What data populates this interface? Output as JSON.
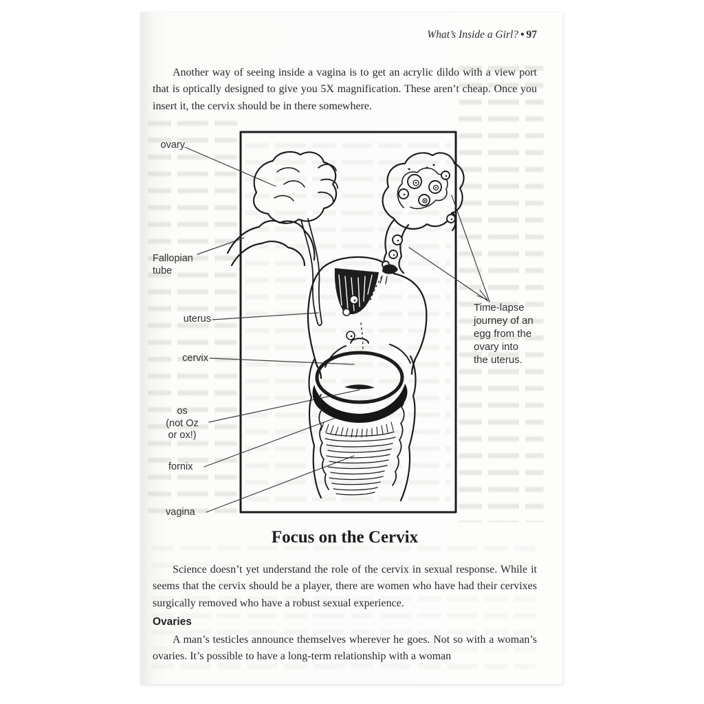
{
  "page": {
    "paper_color": "#fcfcfb",
    "ink_color": "#1a1a1a",
    "header": {
      "running_title": "What’s Inside a Girl?",
      "separator": "•",
      "page_number": "97"
    },
    "intro_paragraph": "Another way of seeing inside a vagina is to get an acrylic dildo with a view port that is optically designed to give you 5X magnification. These aren’t cheap. Once you insert it, the cervix should be in there somewhere.",
    "figure": {
      "labels": {
        "ovary": "ovary",
        "fallopian_tube": "Fallopian\ntube",
        "uterus": "uterus",
        "cervix": "cervix",
        "os": "os\n(not Oz\nor ox!)",
        "fornix": "fornix",
        "vagina": "vagina"
      },
      "caption": "Time-lapse\njourney of an\negg from the\novary into\nthe uterus."
    },
    "section": {
      "heading": "Focus on the Cervix",
      "paragraph": "Science doesn’t yet understand the role of the cervix in sexual response. While it seems that the cervix should be a player, there are women who have had their cervixes surgically removed who have a robust sexual experience.",
      "subheading": "Ovaries",
      "subparagraph": "A man’s testicles announce themselves wherever he goes. Not so with a woman’s ovaries. It’s possible to have a long-term relationship with a woman"
    }
  }
}
